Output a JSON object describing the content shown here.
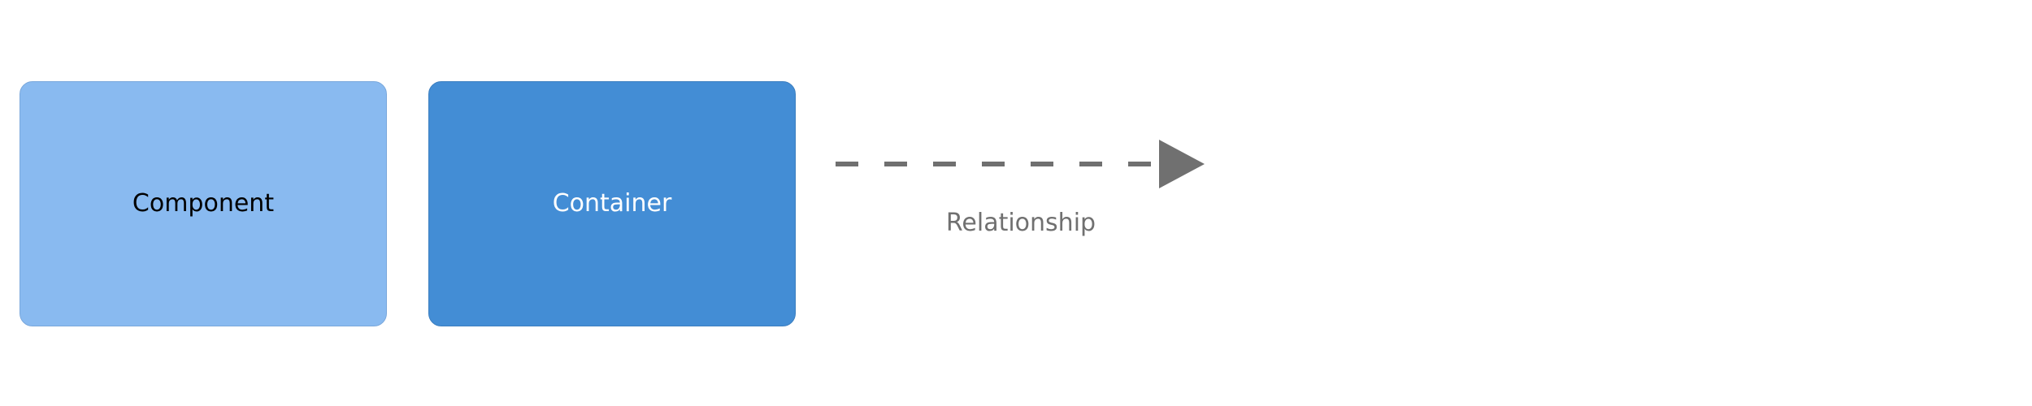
{
  "diagram": {
    "nodes": [
      {
        "label": "Component",
        "fill": "#89baf0",
        "text_color": "#000000"
      },
      {
        "label": "Container",
        "fill": "#438dd5",
        "text_color": "#ffffff"
      }
    ],
    "relationship": {
      "label": "Relationship",
      "line_style": "dashed",
      "color": "#707070"
    }
  }
}
